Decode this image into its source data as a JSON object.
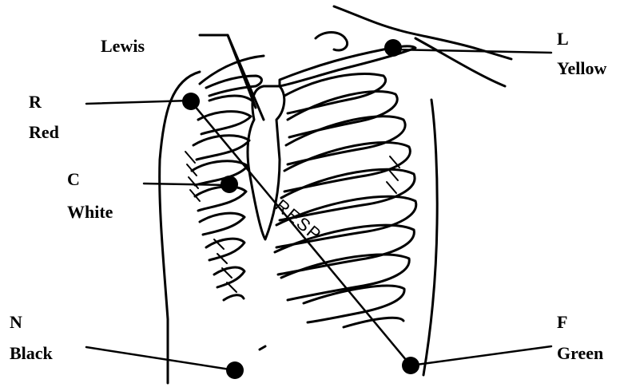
{
  "labels": {
    "lewis": "Lewis",
    "l_code": "L",
    "l_color": "Yellow",
    "r_code": "R",
    "r_color": "Red",
    "c_code": "C",
    "c_color": "White",
    "n_code": "N",
    "n_color": "Black",
    "f_code": "F",
    "f_color": "Green",
    "resp": "RESP"
  },
  "colors": {
    "ink": "#000000",
    "background": "#ffffff"
  }
}
